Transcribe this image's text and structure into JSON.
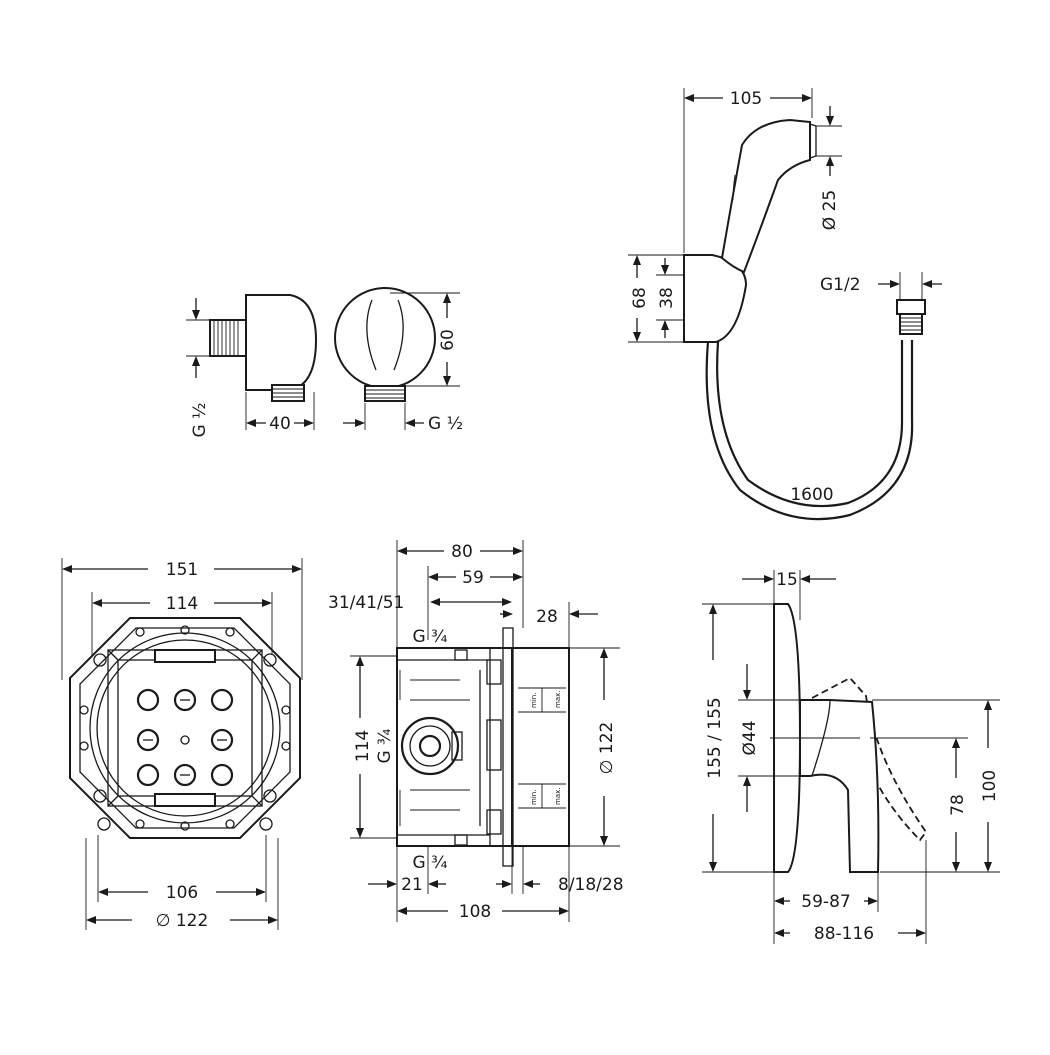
{
  "dimensions": {
    "holder_thread": "G ½",
    "holder_width": "40",
    "outlet_thread": "G ½",
    "outlet_height": "60",
    "spray_length": "105",
    "spray_diameter": "Ø 25",
    "bracket_height": "68",
    "bracket_inner": "38",
    "hose_thread": "G1/2",
    "hose_length": "1600",
    "box_outer": "151",
    "box_inner": "114",
    "box_lower": "106",
    "box_diameter": "∅ 122",
    "side_width": "80",
    "side_59": "59",
    "side_depth_options": "31/41/51",
    "side_28": "28",
    "side_top_thread": "G ¾",
    "side_height": "114",
    "side_mid_thread": "G ¾",
    "side_diameter": "∅ 122",
    "side_bottom_thread": "G ¾",
    "side_21": "21",
    "side_8_18_28": "8/18/28",
    "side_108": "108",
    "mixer_15": "15",
    "mixer_plate": "155 / 155",
    "mixer_44": "Ø44",
    "mixer_78": "78",
    "mixer_100": "100",
    "mixer_59_87": "59-87",
    "mixer_88_116": "88-116"
  },
  "labels": {
    "min": "min.",
    "max": "max."
  }
}
